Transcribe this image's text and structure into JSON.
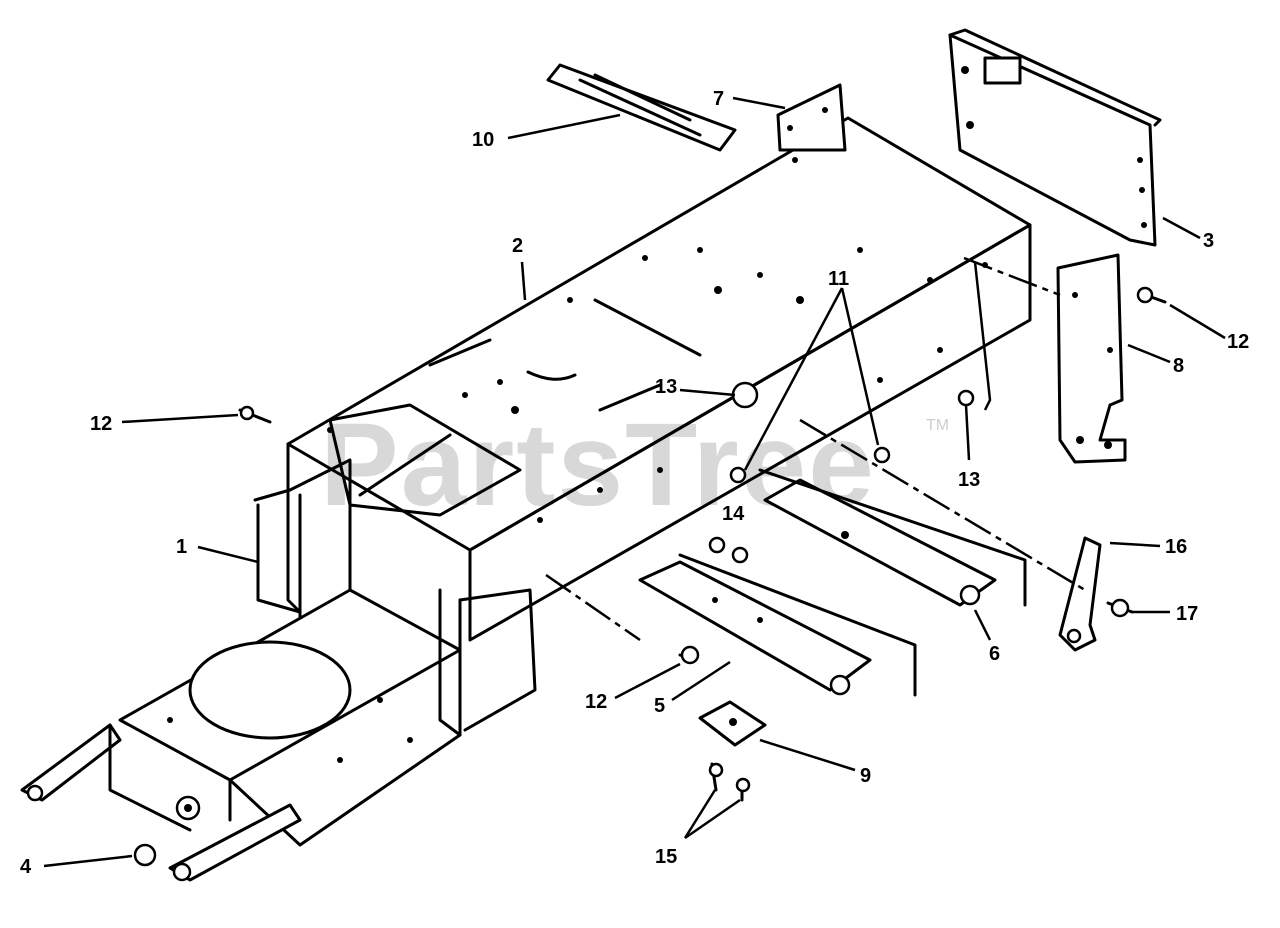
{
  "watermark": {
    "text": "PartsTree",
    "trademark": "TM"
  },
  "callouts": {
    "c1": "1",
    "c2": "2",
    "c3": "3",
    "c4": "4",
    "c5": "5",
    "c6": "6",
    "c7": "7",
    "c8": "8",
    "c9": "9",
    "c10": "10",
    "c11": "11",
    "c12a": "12",
    "c12b": "12",
    "c12c": "12",
    "c13a": "13",
    "c13b": "13",
    "c14": "14",
    "c15": "15",
    "c16": "16",
    "c17": "17"
  }
}
